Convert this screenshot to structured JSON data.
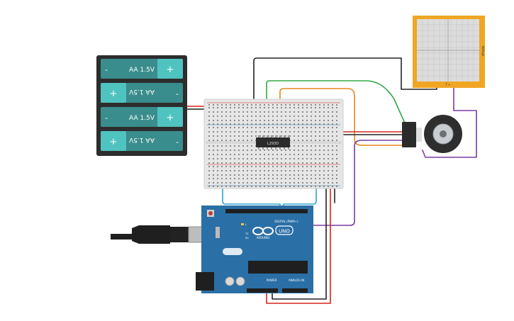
{
  "battery": {
    "cells": [
      {
        "label": "AA 1.5V",
        "minus": "-",
        "plus": "+",
        "flipped": false
      },
      {
        "label": "AA 1.5V",
        "minus": "-",
        "plus": "+",
        "flipped": true
      },
      {
        "label": "AA 1.5V",
        "minus": "-",
        "plus": "+",
        "flipped": false
      },
      {
        "label": "AA 1.5V",
        "minus": "-",
        "plus": "+",
        "flipped": true
      }
    ]
  },
  "chip": {
    "label": "L293D"
  },
  "multimeter": {
    "side_label": "Voltage",
    "terminals": "T  +"
  },
  "arduino": {
    "digital_label": "DIGITAL (PWM~)",
    "brand": "ARDUINO",
    "model": "UNO",
    "power_label": "POWER",
    "analog_label": "ANALOG IN",
    "tx_label": "TX",
    "rx_label": "RX",
    "l_label": "L"
  },
  "colors": {
    "board": "#2a6fa6",
    "battery_body": "#2d2d2d",
    "battery_cell": "#3a8d8d",
    "battery_cap": "#4fc3c0",
    "multimeter": "#f0a623",
    "wire_red": "#d9231d",
    "wire_black": "#222222",
    "wire_green": "#34a844",
    "wire_orange": "#e8861a",
    "wire_blue": "#2aa5d0",
    "wire_purple": "#7a3ba0"
  }
}
